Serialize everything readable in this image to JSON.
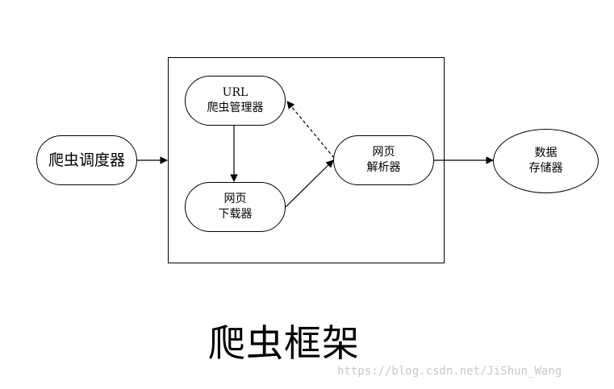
{
  "nodes": {
    "scheduler": {
      "label": "爬虫调度器"
    },
    "url_manager": {
      "line1": "URL",
      "line2": "爬虫管理器"
    },
    "downloader": {
      "line1": "网页",
      "line2": "下载器"
    },
    "parser": {
      "line1": "网页",
      "line2": "解析器"
    },
    "storage": {
      "line1": "数据",
      "line2": "存储器"
    }
  },
  "title": "爬虫框架",
  "watermark": "https://blog.csdn.net/JiShun_Wang"
}
